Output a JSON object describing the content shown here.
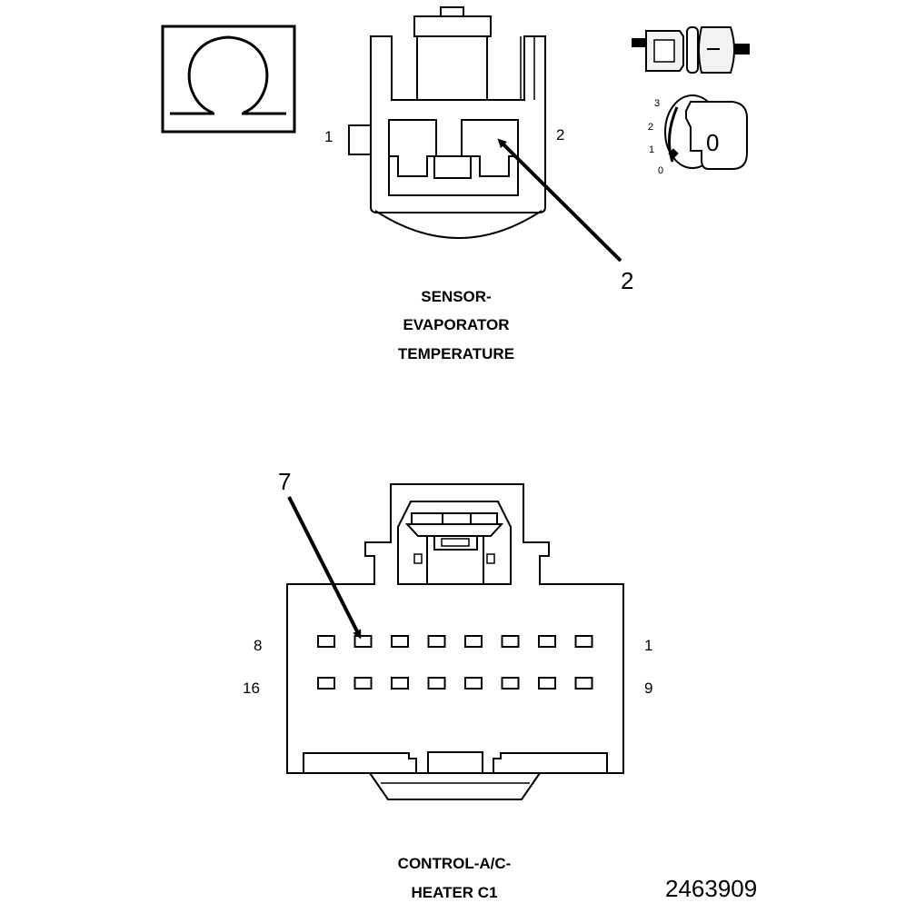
{
  "symbols": {
    "ohm_glyph": "Ω",
    "key_position_labels": [
      "3",
      "2",
      "1",
      "0"
    ],
    "key_current_position": "0"
  },
  "sensor_connector": {
    "title_lines": [
      "SENSOR-",
      "EVAPORATOR",
      "TEMPERATURE"
    ],
    "pin_left": "1",
    "pin_right": "2",
    "callout": "2"
  },
  "control_connector": {
    "title_lines": [
      "CONTROL-A/C-",
      "HEATER C1"
    ],
    "row1_left": "8",
    "row1_right": "1",
    "row2_left": "16",
    "row2_right": "9",
    "callout": "7",
    "cavities_per_row": 8
  },
  "figure_number": "2463909"
}
